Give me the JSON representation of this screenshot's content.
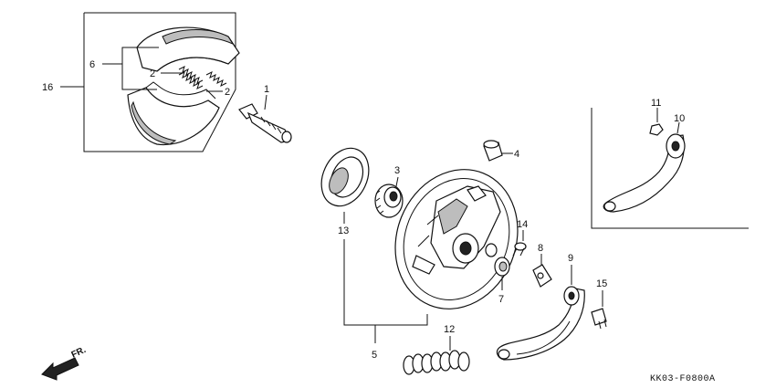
{
  "labels": {
    "p1": "1",
    "p2a": "2",
    "p2b": "2",
    "p3": "3",
    "p4": "4",
    "p5": "5",
    "p6": "6",
    "p7": "7",
    "p8": "8",
    "p9": "9",
    "p10": "10",
    "p11": "11",
    "p12": "12",
    "p13": "13",
    "p14": "14",
    "p15": "15",
    "p16": "16"
  },
  "direction": "FR.",
  "diagram_code": "KK03-F0800A"
}
